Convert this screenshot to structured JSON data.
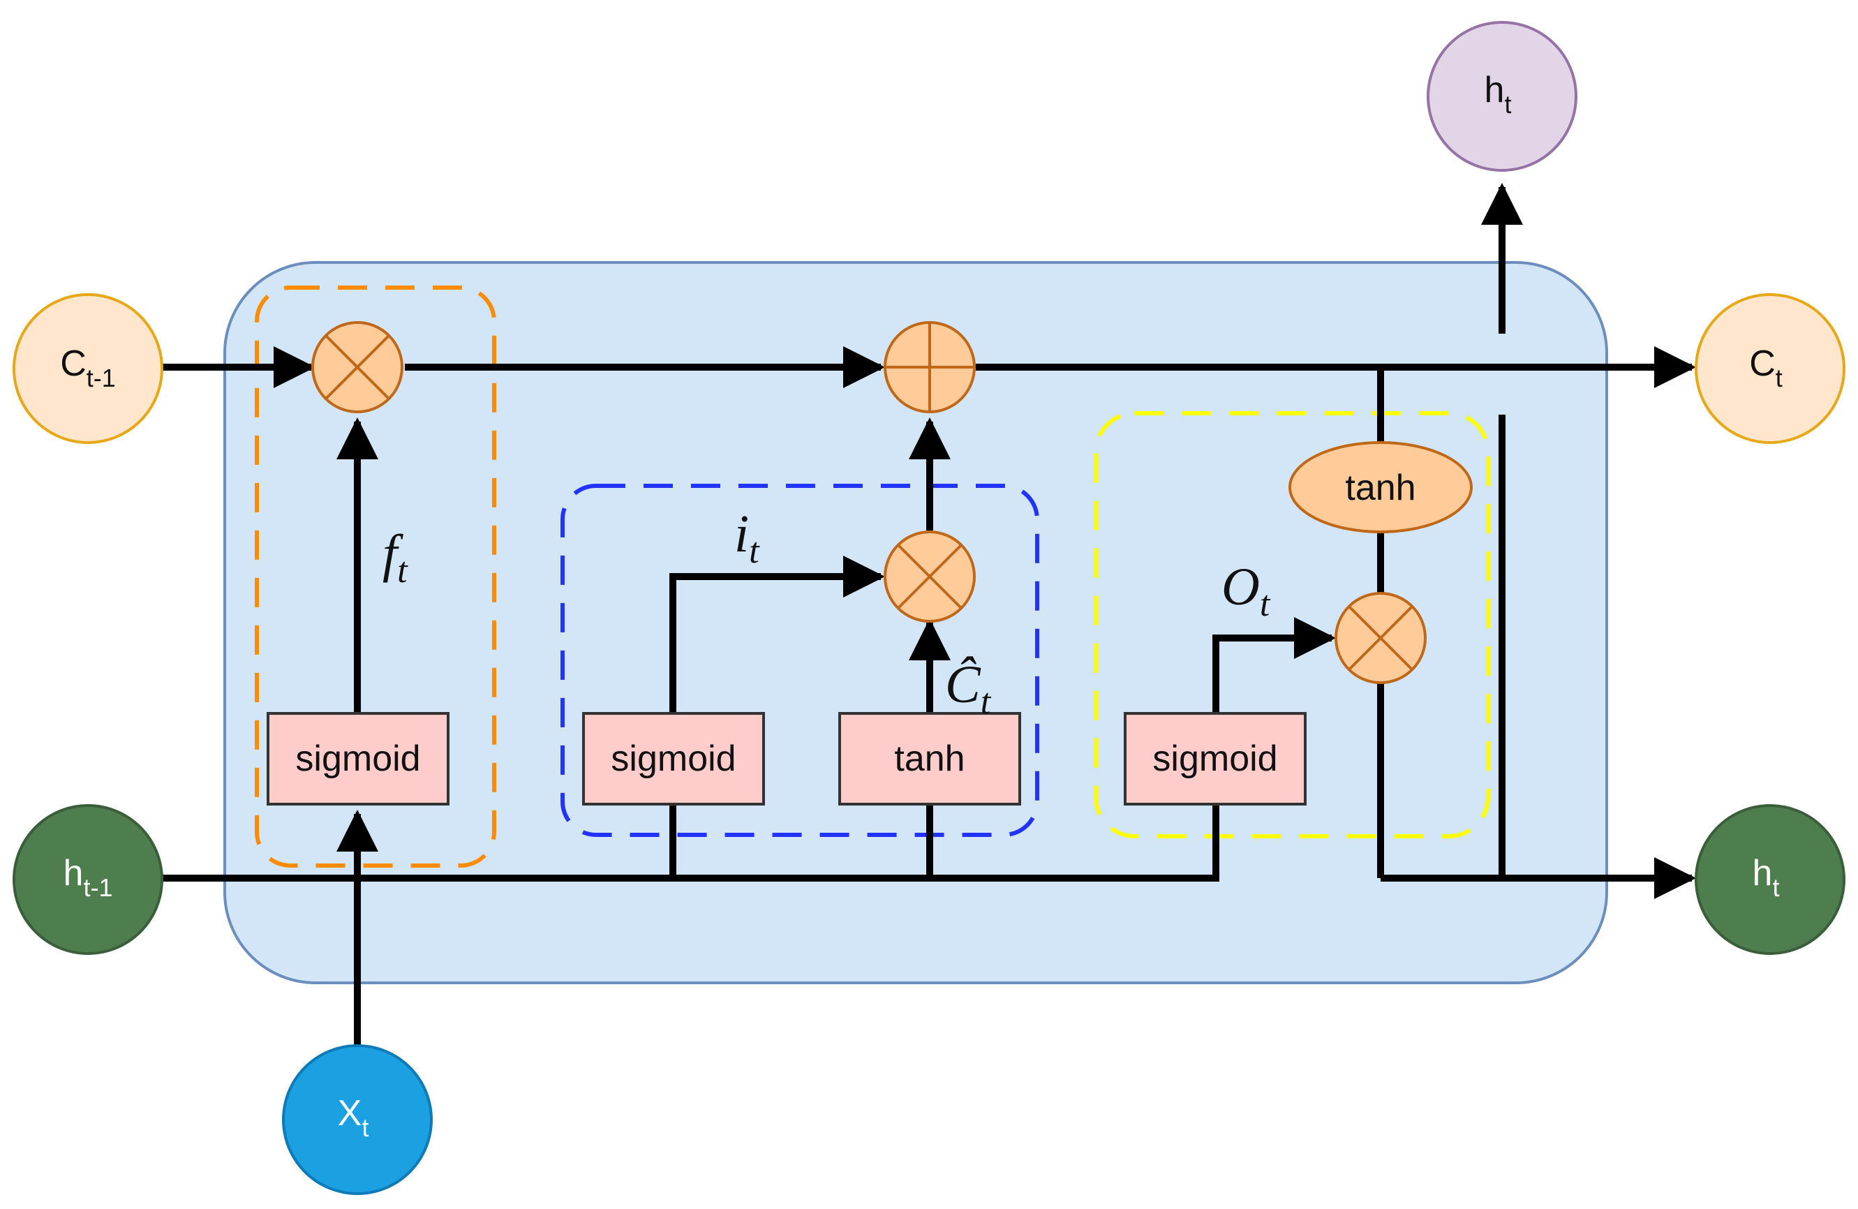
{
  "nodes": {
    "c_prev": {
      "main": "C",
      "sub": "t-1"
    },
    "h_prev": {
      "main": "h",
      "sub": "t-1"
    },
    "x_t": {
      "main": "X",
      "sub": "t"
    },
    "c_t": {
      "main": "C",
      "sub": "t"
    },
    "h_t_right": {
      "main": "h",
      "sub": "t"
    },
    "h_t_top": {
      "main": "h",
      "sub": "t"
    }
  },
  "boxes": {
    "forget_sigmoid": "sigmoid",
    "input_sigmoid": "sigmoid",
    "candidate_tanh": "tanh",
    "output_sigmoid": "sigmoid",
    "cell_tanh": "tanh"
  },
  "gate_labels": {
    "forget": {
      "main": "f",
      "sub": "t"
    },
    "input": {
      "main": "i",
      "sub": "t"
    },
    "candidate": {
      "main": "Ĉ",
      "sub": "t"
    },
    "output": {
      "main": "O",
      "sub": "t"
    }
  },
  "colors": {
    "cell_fill": "#d2e6f8",
    "cell_stroke": "#6c8ebf",
    "cell_state_node": "#ffe6cc",
    "cell_state_stroke": "#e6a817",
    "hidden_node": "#4e7d4e",
    "input_node": "#1ba1e2",
    "output_top_node": "#e1d5e7",
    "op_fill": "#ffcc99",
    "op_stroke": "#c0681a",
    "box_fill": "#ffcccc",
    "forget_group": "#ff8c00",
    "input_group": "#2233ff",
    "output_group": "#ffff00"
  }
}
